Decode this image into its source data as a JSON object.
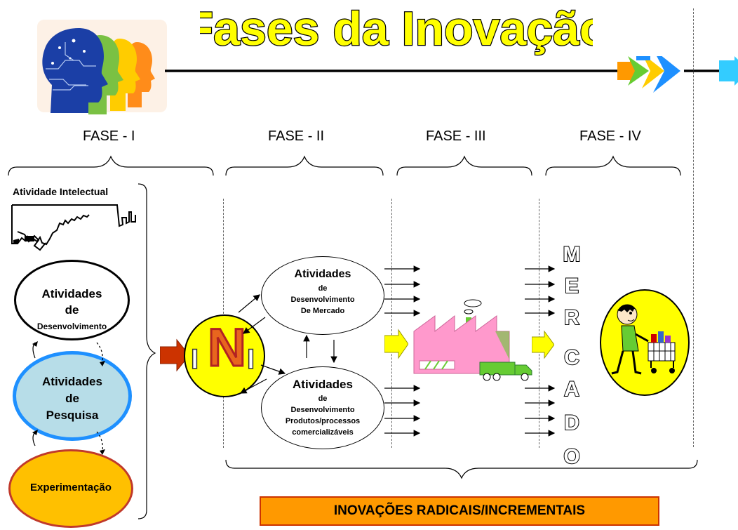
{
  "title": "Fases da Inovação",
  "phases": [
    "FASE - I",
    "FASE - II",
    "FASE - III",
    "FASE - IV"
  ],
  "left_column": {
    "intellectual": "Atividade Intelectual",
    "dev": [
      "Atividades",
      "de",
      "Desenvolvimento"
    ],
    "research": [
      "Atividades",
      "de",
      "Pesquisa"
    ],
    "experimentation": "Experimentação"
  },
  "center": {
    "market_dev": [
      "Atividades",
      "de",
      "Desenvolvimento",
      "De Mercado"
    ],
    "product_dev": [
      "Atividades",
      "de",
      "Desenvolvimento",
      "Produtos/processos",
      "comercializáveis"
    ],
    "innovation_letters": [
      "I",
      "N",
      "I"
    ]
  },
  "mercado": [
    "M",
    "E",
    "R",
    "C",
    "A",
    "D",
    "O"
  ],
  "banner": "INOVAÇÕES RADICAIS/INCREMENTAIS",
  "colors": {
    "title_fill": "#ffff00",
    "research_fill": "#b7dde8",
    "research_border": "#1e90ff",
    "experimentation_fill": "#ffc000",
    "experimentation_border": "#c0392b",
    "circle_fill": "#ffff00",
    "factory": "#ff99cc",
    "truck": "#66cc33",
    "banner_fill": "#ff9900",
    "banner_border": "#cc3300"
  }
}
